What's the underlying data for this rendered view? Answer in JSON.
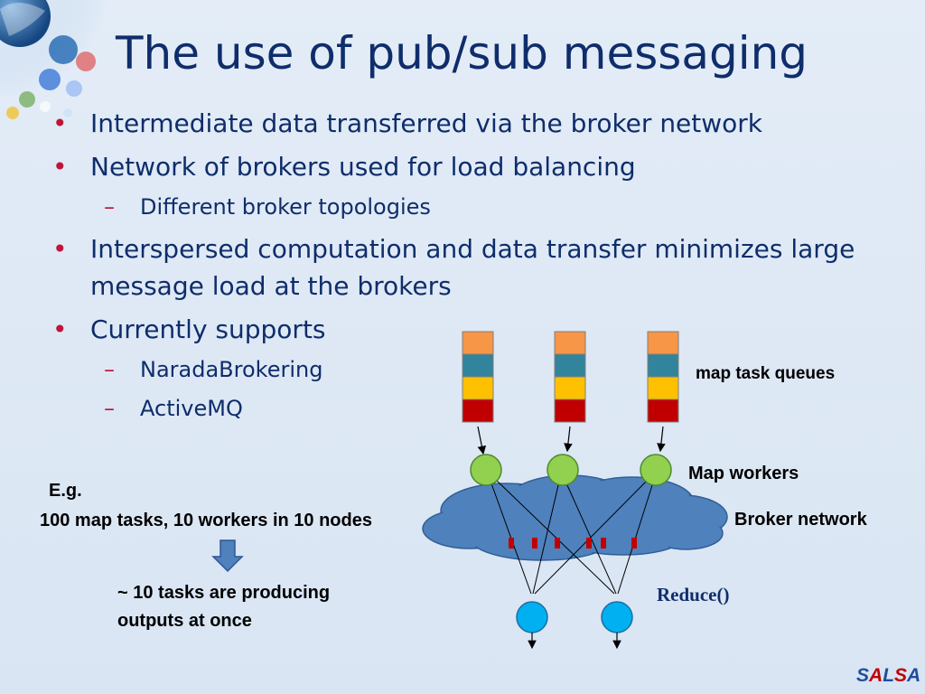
{
  "title": "The use of pub/sub messaging",
  "bullets": [
    {
      "text": "Intermediate data transferred via the broker network",
      "subitems": []
    },
    {
      "text": "Network of brokers used for load balancing",
      "subitems": [
        "Different  broker topologies"
      ]
    },
    {
      "text": "Interspersed computation and data transfer minimizes large message load at the brokers",
      "subitems": []
    },
    {
      "text": "Currently supports",
      "subitems": [
        "NaradaBrokering",
        "ActiveMQ"
      ]
    }
  ],
  "diagram": {
    "queue_label": "map task queues",
    "workers_label": "Map workers",
    "broker_label": "Broker network",
    "reduce_label": "Reduce()",
    "queue_colors": [
      "#f79646",
      "#31849b",
      "#ffc000",
      "#c00000"
    ],
    "worker_color": "#92d050",
    "reducer_color": "#00b0f0",
    "cloud_color": "#4f81bd",
    "dot_color": "#c00000"
  },
  "example": {
    "eg": "E.g.",
    "line": "100 map tasks, 10 workers in 10 nodes",
    "result": "~ 10 tasks are producing outputs at once"
  },
  "logo": {
    "parts": [
      {
        "t": "S",
        "c": "#1f4e9f"
      },
      {
        "t": "A",
        "c": "#c00000"
      },
      {
        "t": "L",
        "c": "#1f4e9f"
      },
      {
        "t": "S",
        "c": "#c00000"
      },
      {
        "t": "A",
        "c": "#1f4e9f"
      }
    ]
  }
}
